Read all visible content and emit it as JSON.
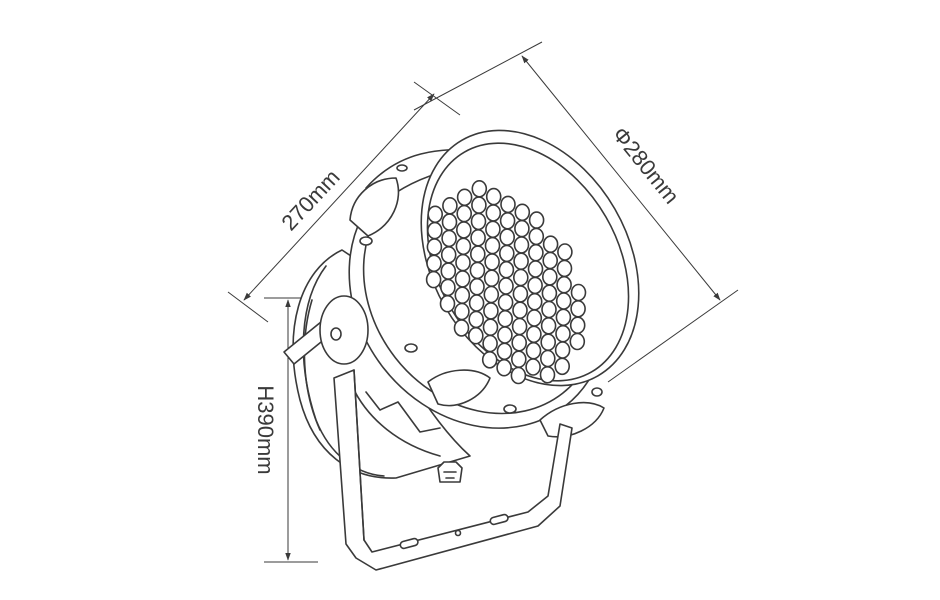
{
  "dimensions": {
    "width_label": "270mm",
    "diameter_label": "Φ280mm",
    "height_label": "H390mm"
  }
}
